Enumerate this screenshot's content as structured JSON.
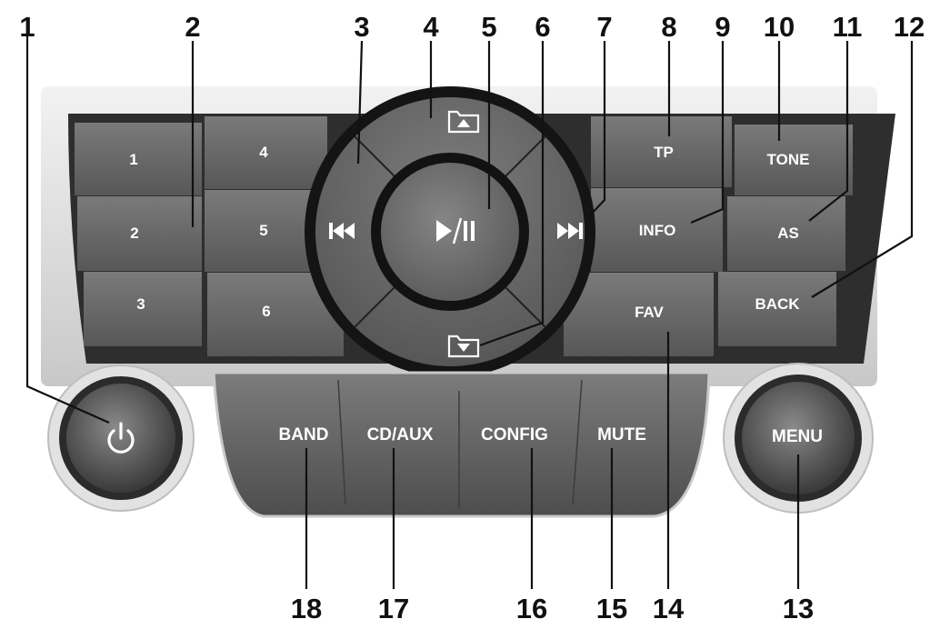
{
  "preset_buttons": [
    "1",
    "2",
    "3",
    "4",
    "5",
    "6"
  ],
  "right_buttons": {
    "tp": "TP",
    "tone": "TONE",
    "info": "INFO",
    "as": "AS",
    "fav": "FAV",
    "back": "BACK"
  },
  "bottom_buttons": {
    "band": "BAND",
    "cd_aux": "CD/AUX",
    "config": "CONFIG",
    "mute": "MUTE"
  },
  "knobs": {
    "menu": "MENU"
  },
  "center_control": {
    "play_pause": "▶/❙❙",
    "prev": "⏮",
    "next": "⏭"
  },
  "icons": {
    "power": "power-icon",
    "folder_up": "folder-up-icon",
    "folder_down": "folder-down-icon",
    "prev": "skip-back-icon",
    "next": "skip-forward-icon",
    "play_pause": "play-pause-icon"
  },
  "callouts": [
    "1",
    "2",
    "3",
    "4",
    "5",
    "6",
    "7",
    "8",
    "9",
    "10",
    "11",
    "12",
    "13",
    "14",
    "15",
    "16",
    "17",
    "18"
  ],
  "colors": {
    "panel_dark": "#3a3a3a",
    "button_face": "#6f6f6f",
    "ring": "#151515",
    "bezel": "#d8d8d8"
  }
}
